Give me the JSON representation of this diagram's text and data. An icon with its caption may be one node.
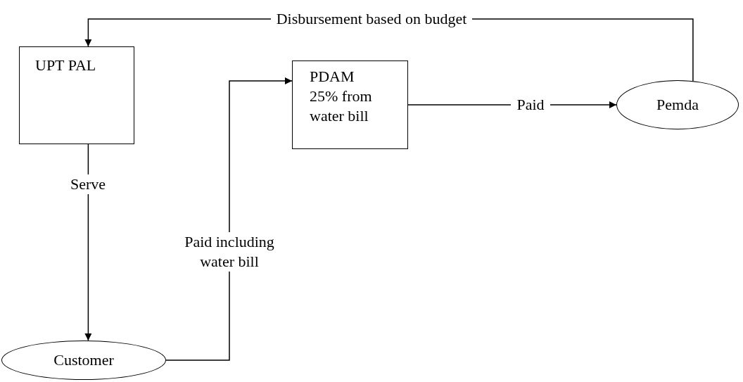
{
  "diagram": {
    "nodes": [
      {
        "text": [
          "UPT PAL"
        ]
      },
      {
        "text": [
          "PDAM",
          "25% from water bill"
        ]
      },
      {
        "text": [
          "Pemda"
        ]
      },
      {
        "text": [
          "Customer"
        ]
      }
    ],
    "edges": [
      {
        "from": 2,
        "to": 0,
        "arrow": "to",
        "label": "Disbursement based on budget"
      },
      {
        "from": 0,
        "to": 3,
        "arrow": "to",
        "label": "Serve"
      },
      {
        "from": 3,
        "to": 1,
        "arrow": "to",
        "label": "Paid including water bill"
      },
      {
        "from": 1,
        "to": 2,
        "arrow": "to",
        "label": "Paid"
      }
    ]
  }
}
